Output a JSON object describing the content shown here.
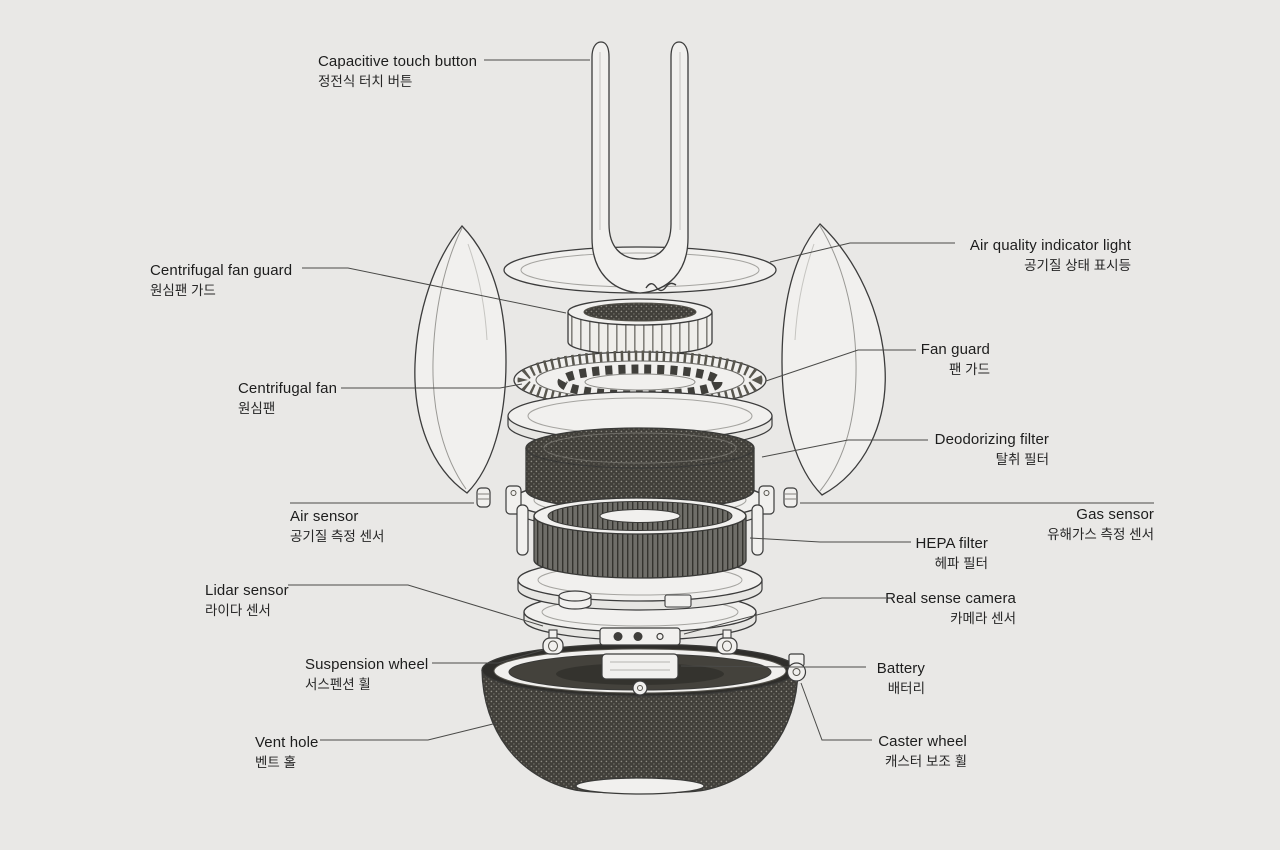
{
  "colors": {
    "background": "#e9e8e6",
    "leader_line": "#4a4a48",
    "text": "#1d1d1d",
    "dark_filter": "#413f3a"
  },
  "diagram_title": "",
  "labels": [
    {
      "id": "capacitive-touch-button",
      "en": "Capacitive touch button",
      "ko": "정전식 터치 버튼"
    },
    {
      "id": "air-quality-indicator-light",
      "en": "Air quality indicator light",
      "ko": "공기질 상태 표시등"
    },
    {
      "id": "centrifugal-fan-guard",
      "en": "Centrifugal fan guard",
      "ko": "원심팬 가드"
    },
    {
      "id": "fan-guard",
      "en": "Fan guard",
      "ko": "팬 가드"
    },
    {
      "id": "centrifugal-fan",
      "en": "Centrifugal fan",
      "ko": "원심팬"
    },
    {
      "id": "deodorizing-filter",
      "en": "Deodorizing filter",
      "ko": "탈취 필터"
    },
    {
      "id": "air-sensor",
      "en": "Air sensor",
      "ko": "공기질 측정 센서"
    },
    {
      "id": "gas-sensor",
      "en": "Gas sensor",
      "ko": "유해가스 측정 센서"
    },
    {
      "id": "hepa-filter",
      "en": "HEPA filter",
      "ko": "헤파 필터"
    },
    {
      "id": "lidar-sensor",
      "en": "Lidar sensor",
      "ko": "라이다 센서"
    },
    {
      "id": "real-sense-camera",
      "en": "Real sense camera",
      "ko": "카메라 센서"
    },
    {
      "id": "suspension-wheel",
      "en": "Suspension wheel",
      "ko": "서스펜션 휠"
    },
    {
      "id": "battery",
      "en": "Battery",
      "ko": "배터리"
    },
    {
      "id": "vent-hole",
      "en": "Vent hole",
      "ko": "벤트 홀"
    },
    {
      "id": "caster-wheel",
      "en": "Caster wheel",
      "ko": "캐스터 보조 휠"
    }
  ]
}
